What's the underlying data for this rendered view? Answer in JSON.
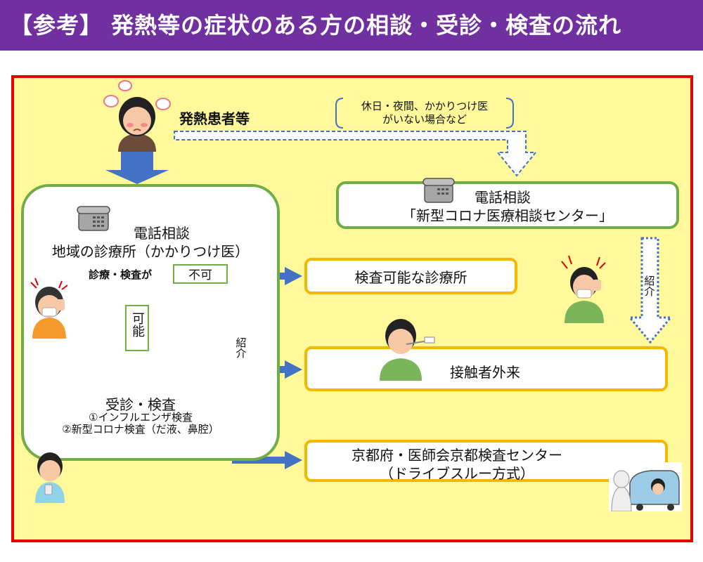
{
  "title": "【参考】 発熱等の症状のある方の相談・受診・検査の流れ",
  "patient_label": "発熱患者等",
  "holiday_note": [
    "休日・夜間、かかりつけ医",
    "がいない場合など"
  ],
  "left_box": {
    "line1": "電話相談",
    "line2": "地域の診療所（かかりつけ医）",
    "query_label": "診療・検査が",
    "no_label": "不可",
    "yes_label": "可能",
    "result_title": "受診・検査",
    "test1": "①インフルエンザ検査",
    "test2": "②新型コロナ検査（だ液、鼻腔）"
  },
  "referral_label": "紹介",
  "right_referral_label": "紹介",
  "center_box": {
    "line1": "電話相談",
    "line2": "「新型コロナ医療相談センター」"
  },
  "destinations": {
    "clinic": "検査可能な診療所",
    "contact": "接触者外来",
    "center_line1": "京都府・医師会京都検査センター",
    "center_line2": "（ドライブスルー方式）"
  },
  "colors": {
    "title_bg": "#7030a0",
    "frame_border": "#e60000",
    "frame_bg": "#fff99c",
    "green_border": "#70ad47",
    "orange_border": "#f5b800",
    "arrow_blue": "#4472c4"
  }
}
